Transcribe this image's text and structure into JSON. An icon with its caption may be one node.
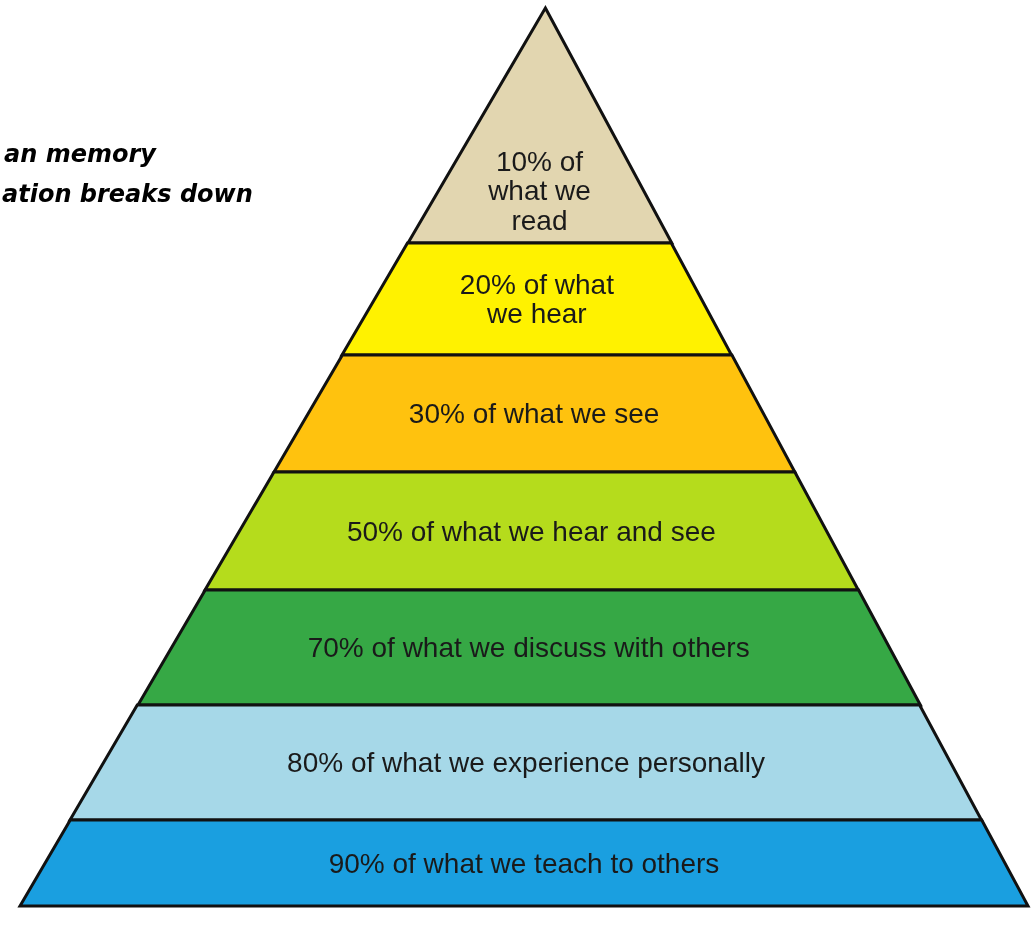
{
  "diagram": {
    "nodes": [
      {
        "text": [
          "10% of what we read"
        ]
      },
      {
        "text": [
          "20% of what we hear"
        ]
      },
      {
        "text": [
          "30% of what we see"
        ]
      },
      {
        "text": [
          "50% of what we hear and see"
        ]
      },
      {
        "text": [
          "70% of what we discuss with others"
        ]
      },
      {
        "text": [
          "80% of what we experience personally"
        ]
      },
      {
        "text": [
          "90% of what we teach to others"
        ]
      }
    ],
    "edges": [],
    "labels": [
      "an memory",
      "ation breaks down"
    ]
  }
}
